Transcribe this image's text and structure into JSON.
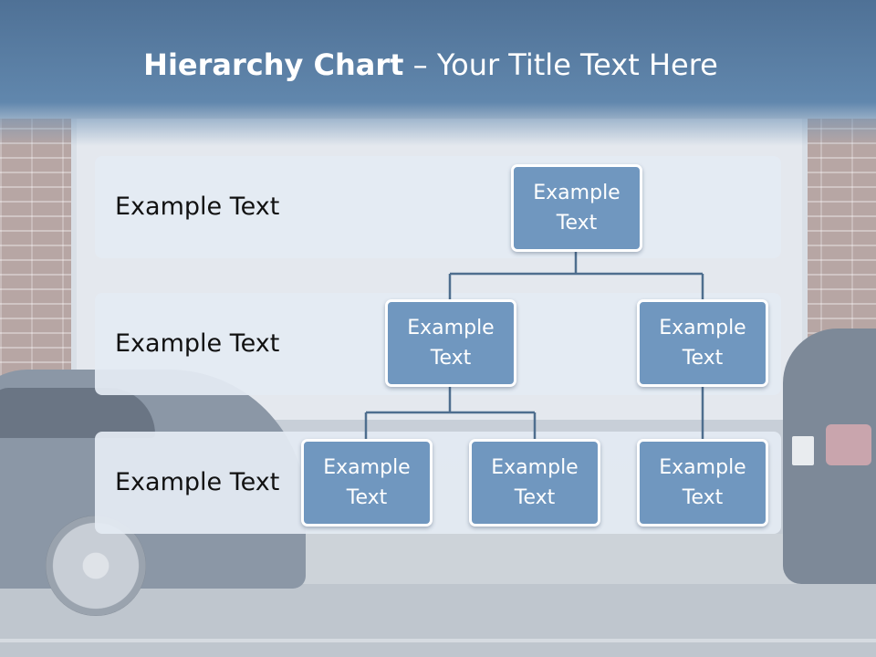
{
  "title": {
    "bold": "Hierarchy Chart",
    "rest": " – Your Title Text Here"
  },
  "levels": [
    {
      "label": "Example Text"
    },
    {
      "label": "Example Text"
    },
    {
      "label": "Example Text"
    }
  ],
  "nodes": {
    "root": {
      "label": "Example\nText"
    },
    "mid_left": {
      "label": "Example\nText"
    },
    "mid_right": {
      "label": "Example\nText"
    },
    "leaf_1": {
      "label": "Example\nText"
    },
    "leaf_2": {
      "label": "Example\nText"
    },
    "leaf_3": {
      "label": "Example\nText"
    }
  },
  "colors": {
    "title_bar": "#5b7fa5",
    "node_fill": "#7097bf",
    "connector": "#4e6e8e",
    "band_fill": "#e4ebf3"
  }
}
